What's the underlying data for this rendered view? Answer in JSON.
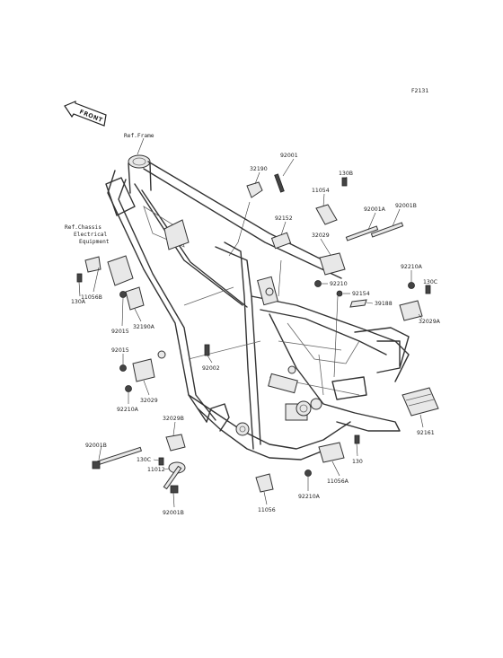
{
  "diagram_code": "F2131",
  "direction_label": "FRONT",
  "refs": {
    "frame": "Ref.Frame",
    "chassis_line1": "Ref.Chassis",
    "chassis_line2": "Electrical",
    "chassis_line3": "Equipment"
  },
  "part_labels": {
    "p32190": "32190",
    "p92001": "92001",
    "p130B": "130B",
    "p11054": "11054",
    "p92001A": "92001A",
    "p92001B_top": "92001B",
    "p92152": "92152",
    "p32029_top": "32029",
    "p92210": "92210",
    "p92154": "92154",
    "p39188": "39188",
    "p92210A_right": "92210A",
    "p130C_right": "130C",
    "p32029A": "32029A",
    "p130A": "130A",
    "p11056B": "11056B",
    "p32190A": "32190A",
    "p92015_a": "92015",
    "p92015_b": "92015",
    "p92002": "92002",
    "p32029_left": "32029",
    "p92210A_left": "92210A",
    "p32029B": "32029B",
    "p92001B_left": "92001B",
    "p130C_left": "130C",
    "p11012": "11012",
    "p92001B_bottom": "92001B",
    "p11056": "11056",
    "p92210A_bottom": "92210A",
    "p11056A": "11056A",
    "p130": "130",
    "p92161": "92161"
  }
}
